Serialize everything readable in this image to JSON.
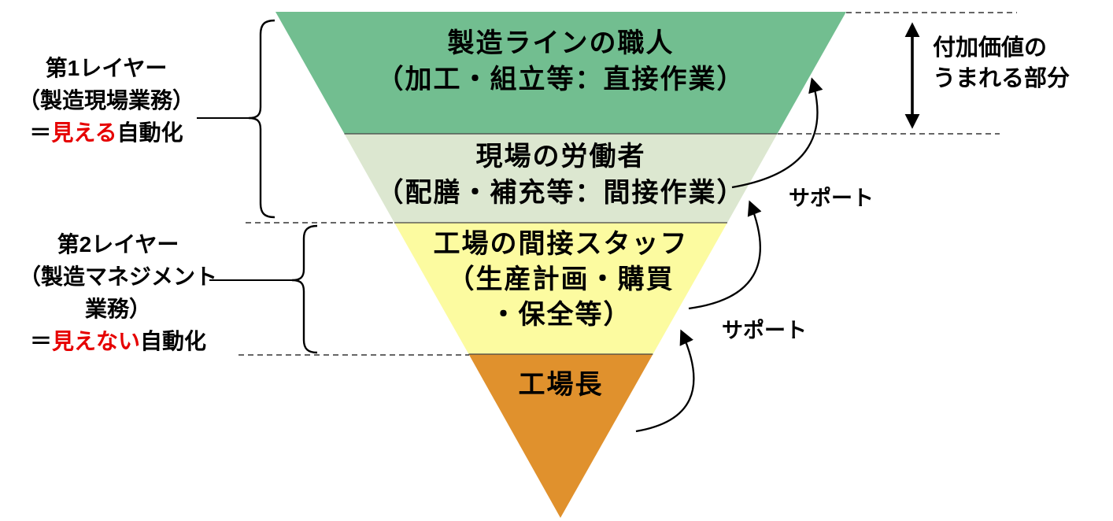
{
  "diagram": {
    "pyramid": {
      "layers": [
        {
          "color": "#72BE90",
          "line1": "製造ラインの職人",
          "line2": "（加工・組立等：直接作業）"
        },
        {
          "color": "#DCE7D0",
          "line1": "現場の労働者",
          "line2": "（配膳・補充等：間接作業）"
        },
        {
          "color": "#FCFBA0",
          "line1": "工場の間接スタッフ",
          "line2": "（生産計画・購買",
          "line3": "・保全等）"
        },
        {
          "color": "#E0912D",
          "line1": "工場長"
        }
      ]
    },
    "left_annotations": {
      "layer1": {
        "line1": "第1レイヤー",
        "line2": "（製造現場業務）",
        "eq_prefix": "＝",
        "eq_highlight": "見える",
        "eq_suffix": "自動化"
      },
      "layer2": {
        "line1": "第2レイヤー",
        "line2": "（製造マネジメント",
        "line3": "業務）",
        "eq_prefix": "＝",
        "eq_highlight": "見えない",
        "eq_suffix": "自動化"
      }
    },
    "right_annotations": {
      "added_value_line1": "付加価値の",
      "added_value_line2": "うまれる部分",
      "support1": "サポート",
      "support2": "サポート"
    },
    "colors": {
      "highlight_text": "#E60000",
      "line": "#000000"
    }
  }
}
